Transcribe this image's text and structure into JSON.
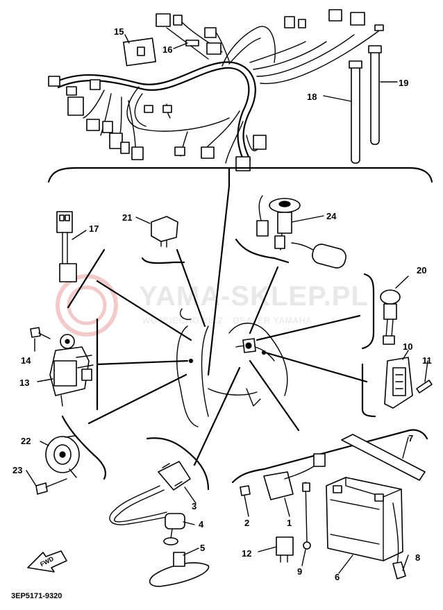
{
  "watermark": {
    "title": "YAMA-SKLEP.PL",
    "subtitle": "WOJCIECHOWICZ · DEALER YAMAHA"
  },
  "diagram_code": "3EP5171-9320",
  "direction_label": "FWD",
  "callouts": [
    {
      "id": "c1",
      "label": "1"
    },
    {
      "id": "c2",
      "label": "2"
    },
    {
      "id": "c3",
      "label": "3"
    },
    {
      "id": "c4",
      "label": "4"
    },
    {
      "id": "c5",
      "label": "5"
    },
    {
      "id": "c6",
      "label": "6"
    },
    {
      "id": "c7",
      "label": "7"
    },
    {
      "id": "c8",
      "label": "8"
    },
    {
      "id": "c9",
      "label": "9"
    },
    {
      "id": "c10",
      "label": "10"
    },
    {
      "id": "c11",
      "label": "11"
    },
    {
      "id": "c12",
      "label": "12"
    },
    {
      "id": "c13",
      "label": "13"
    },
    {
      "id": "c14",
      "label": "14"
    },
    {
      "id": "c15",
      "label": "15"
    },
    {
      "id": "c16",
      "label": "16"
    },
    {
      "id": "c17",
      "label": "17"
    },
    {
      "id": "c18",
      "label": "18"
    },
    {
      "id": "c19",
      "label": "19"
    },
    {
      "id": "c20",
      "label": "20"
    },
    {
      "id": "c21",
      "label": "21"
    },
    {
      "id": "c22",
      "label": "22"
    },
    {
      "id": "c23",
      "label": "23"
    },
    {
      "id": "c24",
      "label": "24"
    }
  ]
}
